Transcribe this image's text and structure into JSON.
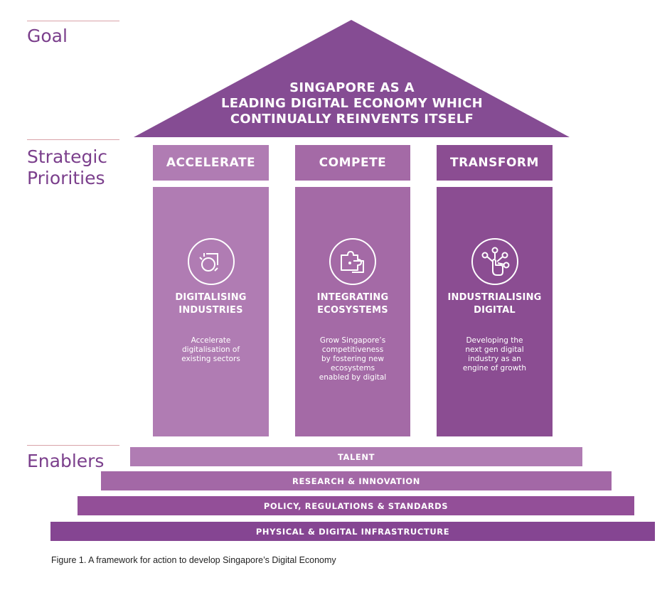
{
  "side_labels": {
    "goal": "Goal",
    "strategic_line1": "Strategic",
    "strategic_line2": "Priorities",
    "enablers": "Enablers"
  },
  "goal": {
    "line1": "SINGAPORE AS A",
    "line2": "LEADING DIGITAL ECONOMY WHICH",
    "line3": "CONTINUALLY REINVENTS ITSELF"
  },
  "pillars": [
    {
      "header": "ACCELERATE",
      "icon": "digitalising-industries-icon",
      "title_line1": "DIGITALISING",
      "title_line2": "INDUSTRIES",
      "desc_line1": "Accelerate",
      "desc_line2": "digitalisation of",
      "desc_line3": "existing sectors",
      "desc_line4": "",
      "desc_line5": ""
    },
    {
      "header": "COMPETE",
      "icon": "puzzle-icon",
      "title_line1": "INTEGRATING",
      "title_line2": "ECOSYSTEMS",
      "desc_line1": "Grow Singapore’s",
      "desc_line2": "competitiveness",
      "desc_line3": "by fostering new",
      "desc_line4": "ecosystems",
      "desc_line5": "enabled by digital"
    },
    {
      "header": "TRANSFORM",
      "icon": "network-touch-icon",
      "title_line1": "INDUSTRIALISING",
      "title_line2": "DIGITAL",
      "desc_line1": "Developing the",
      "desc_line2": "next gen digital",
      "desc_line3": "industry as an",
      "desc_line4": "engine of growth",
      "desc_line5": ""
    }
  ],
  "enablers": [
    "TALENT",
    "RESEARCH & INNOVATION",
    "POLICY, REGULATIONS & STANDARDS",
    "PHYSICAL & DIGITAL INFRASTRUCTURE"
  ],
  "caption": "Figure 1. A framework for action to develop Singapore’s Digital Economy",
  "colors": {
    "roof": "#854c93",
    "accelerate": "#b07cb3",
    "compete": "#a46aa6",
    "transform": "#8b4d92",
    "label": "#7b3f8c",
    "rule": "#d9a3a8",
    "step1": "#b07cb3",
    "step2": "#a368a6",
    "step3": "#934f98",
    "step4": "#854592"
  }
}
